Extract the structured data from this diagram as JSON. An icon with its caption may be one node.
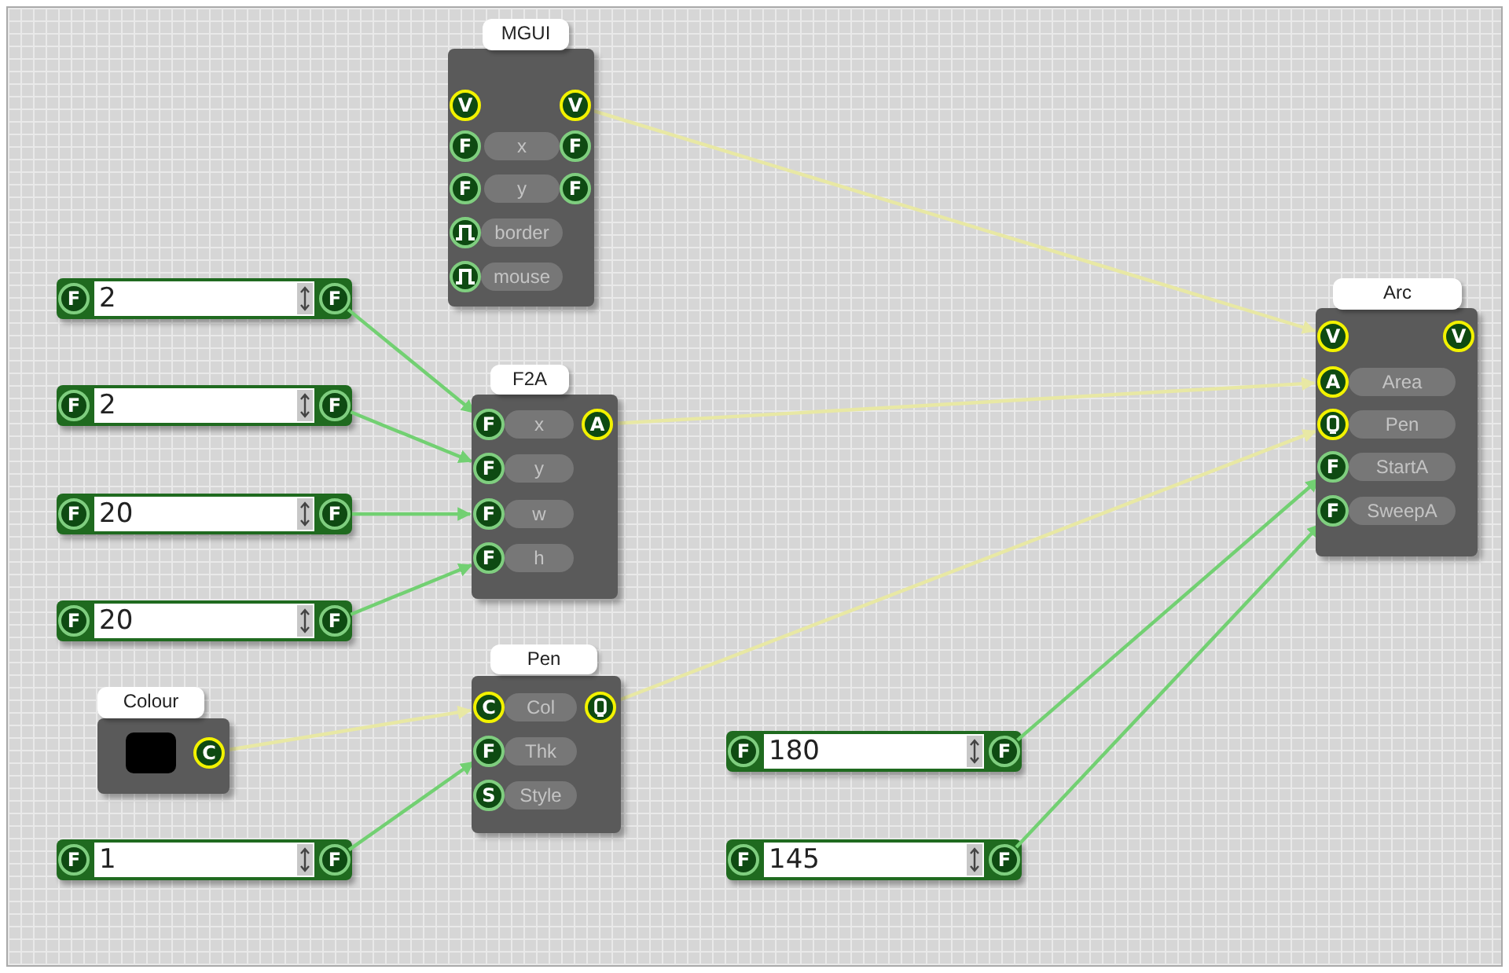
{
  "diagram": {
    "nodes": [
      {
        "text": [
          "MGUI"
        ]
      },
      {
        "text": [
          "V"
        ],
        "in": 0
      },
      {
        "text": [
          "V"
        ],
        "in": 0
      },
      {
        "text": [
          "F"
        ],
        "in": 0
      },
      {
        "text": [
          "x"
        ],
        "in": 0
      },
      {
        "text": [
          "F"
        ],
        "in": 0
      },
      {
        "text": [
          "F"
        ],
        "in": 0
      },
      {
        "text": [
          "y"
        ],
        "in": 0
      },
      {
        "text": [
          "F"
        ],
        "in": 0
      },
      {
        "text": [],
        "shape": "circle",
        "in": 0
      },
      {
        "text": [
          "border"
        ],
        "in": 0
      },
      {
        "text": [],
        "shape": "circle",
        "in": 0
      },
      {
        "text": [
          "mouse"
        ],
        "in": 0
      },
      {
        "text": [
          "Arc"
        ]
      },
      {
        "text": [
          "V"
        ],
        "in": 13
      },
      {
        "text": [
          "V"
        ],
        "in": 13
      },
      {
        "text": [
          "A"
        ],
        "in": 13
      },
      {
        "text": [
          "Area"
        ],
        "in": 13
      },
      {
        "text": [],
        "shape": "circle",
        "in": 13
      },
      {
        "text": [
          "Pen"
        ],
        "in": 13
      },
      {
        "text": [
          "F"
        ],
        "in": 13
      },
      {
        "text": [
          "StartA"
        ],
        "in": 13
      },
      {
        "text": [
          "F"
        ],
        "in": 13
      },
      {
        "text": [
          "SweepA"
        ],
        "in": 13
      },
      {
        "text": [],
        "shape": "bar"
      },
      {
        "text": [
          "F"
        ],
        "in": 24
      },
      {
        "text": [
          "2"
        ],
        "in": 24
      },
      {
        "text": [
          "F"
        ],
        "in": 24
      },
      {
        "text": [],
        "shape": "bar"
      },
      {
        "text": [
          "F"
        ],
        "in": 28
      },
      {
        "text": [
          "2"
        ],
        "in": 28
      },
      {
        "text": [
          "F"
        ],
        "in": 28
      },
      {
        "text": [],
        "shape": "bar"
      },
      {
        "text": [
          "F"
        ],
        "in": 32
      },
      {
        "text": [
          "20"
        ],
        "in": 32
      },
      {
        "text": [
          "F"
        ],
        "in": 32
      },
      {
        "text": [
          "F2A"
        ]
      },
      {
        "text": [
          "F"
        ],
        "in": 36
      },
      {
        "text": [
          "x"
        ],
        "in": 36
      },
      {
        "text": [
          "A"
        ],
        "in": 36
      },
      {
        "text": [
          "F"
        ],
        "in": 36
      },
      {
        "text": [
          "y"
        ],
        "in": 36
      },
      {
        "text": [
          "F"
        ],
        "in": 36
      },
      {
        "text": [
          "w"
        ],
        "in": 36
      },
      {
        "text": [
          "F"
        ],
        "in": 36
      },
      {
        "text": [
          "h"
        ],
        "in": 36
      },
      {
        "text": [],
        "shape": "bar"
      },
      {
        "text": [
          "F"
        ],
        "in": 46
      },
      {
        "text": [
          "20"
        ],
        "in": 46
      },
      {
        "text": [
          "F"
        ],
        "in": 46
      },
      {
        "text": [
          "Colour"
        ]
      },
      {
        "text": [
          "C"
        ],
        "in": 50
      },
      {
        "text": [
          "Pen"
        ]
      },
      {
        "text": [
          "C"
        ],
        "in": 52
      },
      {
        "text": [
          "Col"
        ],
        "in": 52
      },
      {
        "text": [],
        "shape": "circle",
        "in": 52
      },
      {
        "text": [
          "F"
        ],
        "in": 52
      },
      {
        "text": [
          "Thk"
        ],
        "in": 52
      },
      {
        "text": [
          "S"
        ],
        "in": 52
      },
      {
        "text": [
          "Style"
        ],
        "in": 52
      },
      {
        "text": [],
        "shape": "bar"
      },
      {
        "text": [
          "F"
        ],
        "in": 60
      },
      {
        "text": [
          "180"
        ],
        "in": 60
      },
      {
        "text": [
          "F"
        ],
        "in": 60
      },
      {
        "text": [],
        "shape": "bar"
      },
      {
        "text": [
          "F"
        ],
        "in": 64
      },
      {
        "text": [
          "145"
        ],
        "in": 64
      },
      {
        "text": [
          "F"
        ],
        "in": 64
      },
      {
        "text": [],
        "shape": "bar"
      },
      {
        "text": [
          "F"
        ],
        "in": 68
      },
      {
        "text": [
          "1"
        ],
        "in": 68
      },
      {
        "text": [
          "F"
        ],
        "in": 68
      }
    ],
    "edges": [
      {
        "from": 2,
        "to": 14,
        "arrow": "to",
        "color": "#e8e8a4"
      },
      {
        "from": 27,
        "to": 37,
        "arrow": "to"
      },
      {
        "from": 31,
        "to": 40,
        "arrow": "to"
      },
      {
        "from": 35,
        "to": 42,
        "arrow": "to"
      },
      {
        "from": 49,
        "to": 44,
        "arrow": "to"
      },
      {
        "from": 39,
        "to": 16,
        "arrow": "to",
        "color": "#e8e8a4"
      },
      {
        "from": 55,
        "to": 18,
        "arrow": "to",
        "color": "#e8e8a4"
      },
      {
        "from": 51,
        "to": 53,
        "arrow": "to",
        "color": "#e8e8a4"
      },
      {
        "from": 71,
        "to": 56,
        "arrow": "to"
      },
      {
        "from": 63,
        "to": 20,
        "arrow": "to"
      },
      {
        "from": 67,
        "to": 22,
        "arrow": "to"
      }
    ]
  }
}
